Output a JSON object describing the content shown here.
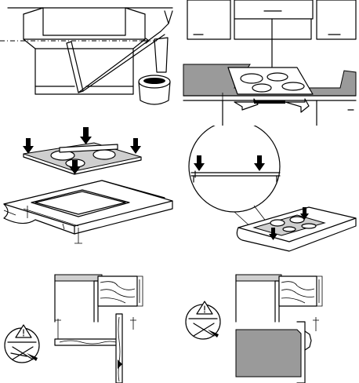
{
  "figure": {
    "panels": [
      {
        "id": "p1",
        "icon": "cabinet-cutout-sealant-icon"
      },
      {
        "id": "p2",
        "icon": "hob-above-worktop-ventilation-icon"
      },
      {
        "id": "p3",
        "icon": "hob-placement-into-cutout-icon"
      },
      {
        "id": "p4",
        "icon": "hob-clamping-detail-icon"
      },
      {
        "id": "p5",
        "icon": "oven-below-hob-warning-icon"
      },
      {
        "id": "p6",
        "icon": "drawer-below-hob-warning-icon"
      }
    ],
    "colors": {
      "line": "#000000",
      "fill": "#ffffff",
      "worktop": "#9a9a9a",
      "panel": "#cfcfcf"
    }
  }
}
